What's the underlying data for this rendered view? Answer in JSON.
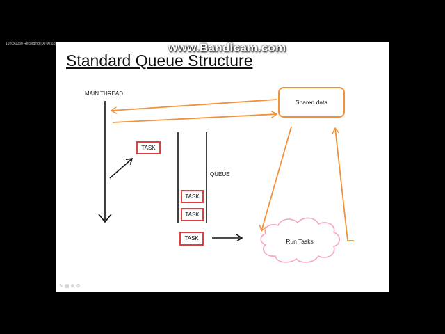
{
  "recorder": {
    "status_text": "1920x1080   Recording [00:00:02]"
  },
  "watermark": {
    "text": "www.Bandicam.com"
  },
  "slide": {
    "title": "Standard Queue Structure",
    "main_thread_label": "MAIN THREAD",
    "queue_label": "QUEUE",
    "tasks": {
      "floating": "TASK",
      "queued_1": "TASK",
      "queued_2": "TASK",
      "dequeued": "TASK"
    },
    "shared_data_label": "Shared data",
    "run_tasks_label": "Run Tasks",
    "colors": {
      "arrow": "#f0923a",
      "task_border": "#e04040",
      "cloud": "#f4a6c8",
      "line": "#111111"
    }
  }
}
